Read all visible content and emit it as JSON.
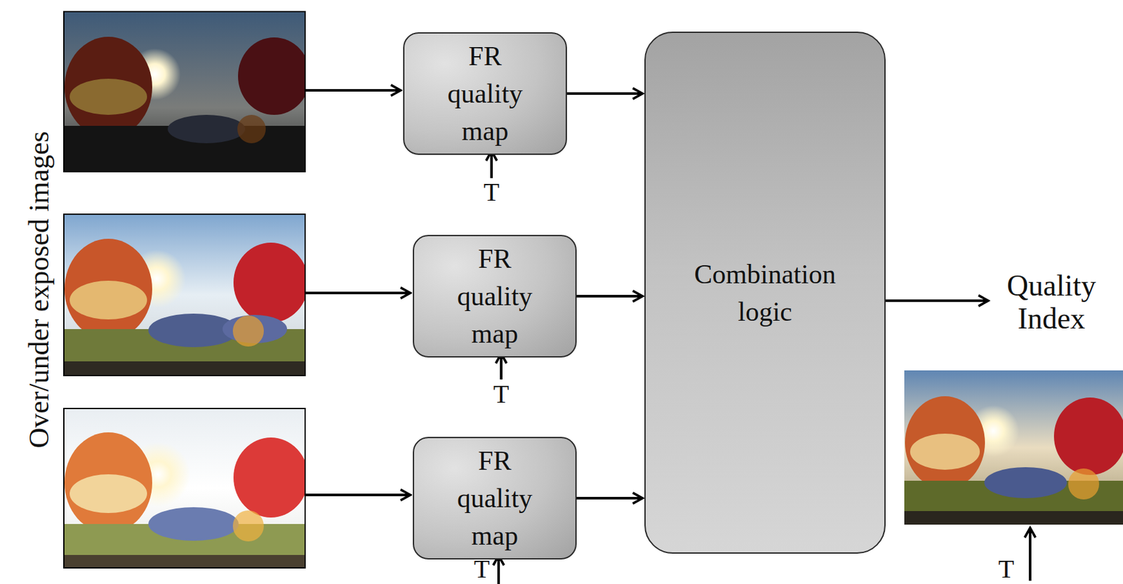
{
  "diagram": {
    "nodes": [
      {
        "text": [
          "FR quality map"
        ]
      },
      {
        "text": [
          "FR quality map"
        ]
      },
      {
        "text": [
          "FR quality map"
        ]
      },
      {
        "text": [
          "Combination logic"
        ]
      }
    ],
    "edges": [
      {
        "from": 0,
        "to": 3,
        "arrow": "to"
      },
      {
        "from": 1,
        "to": 3,
        "arrow": "to"
      },
      {
        "from": 2,
        "to": 3,
        "arrow": "to"
      }
    ],
    "labels": [
      "Over/under exposed images",
      "T",
      "T",
      "T",
      "Quality Index",
      "T"
    ]
  }
}
